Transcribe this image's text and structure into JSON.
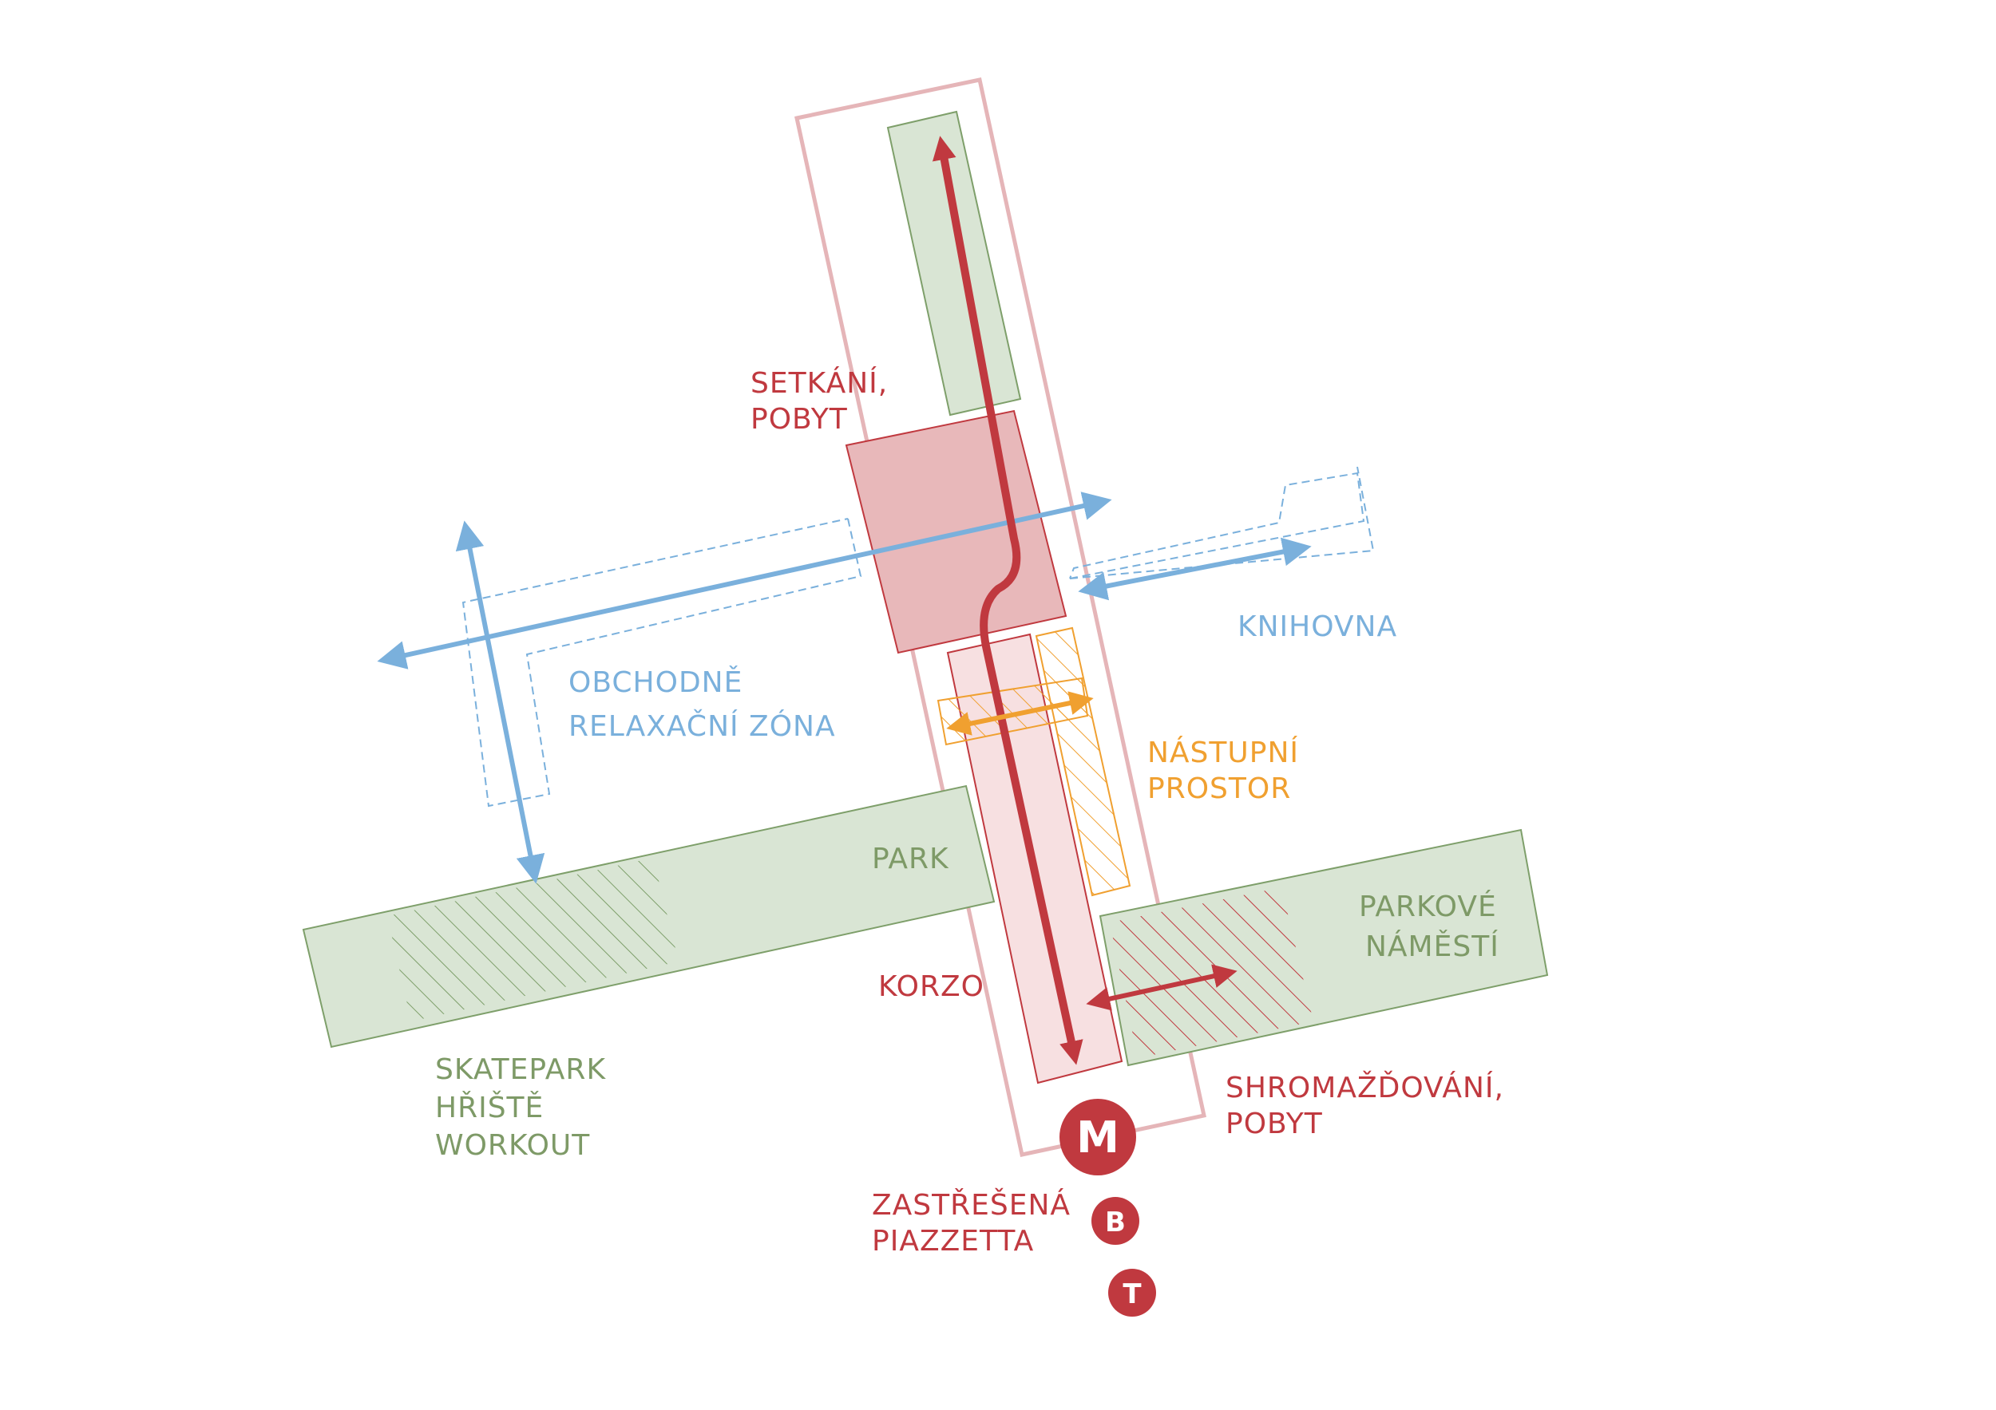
{
  "colors": {
    "red": "#c0393f",
    "red_fill": "#e8b8ba",
    "red_light": "#f7e0e1",
    "red_outline": "#e5b5b8",
    "green_fill": "#d9e5d4",
    "green_stroke": "#7e9f6a",
    "green_text": "#7e9a67",
    "blue": "#7ab0dc",
    "orange": "#f0a030"
  },
  "labels": {
    "setkani": [
      "SETKÁNÍ,",
      "POBYT"
    ],
    "knihovna": [
      "KNIHOVNA"
    ],
    "obchodne": [
      "OBCHODNĚ",
      "RELAXAČNÍ ZÓNA"
    ],
    "nastupni": [
      "NÁSTUPNÍ",
      "PROSTOR"
    ],
    "park": [
      "PARK"
    ],
    "parkove": [
      "PARKOVÉ",
      "NÁMĚSTÍ"
    ],
    "korzo": [
      "KORZO"
    ],
    "skatepark": [
      "SKATEPARK",
      "HŘIŠTĚ",
      "WORKOUT"
    ],
    "shromazdovani": [
      "SHROMAŽĎOVÁNÍ,",
      "POBYT"
    ],
    "zastresena": [
      "ZASTŘEŠENÁ",
      "PIAZZETTA"
    ]
  },
  "transit": {
    "metro": "M",
    "bus": "B",
    "tram": "T"
  }
}
